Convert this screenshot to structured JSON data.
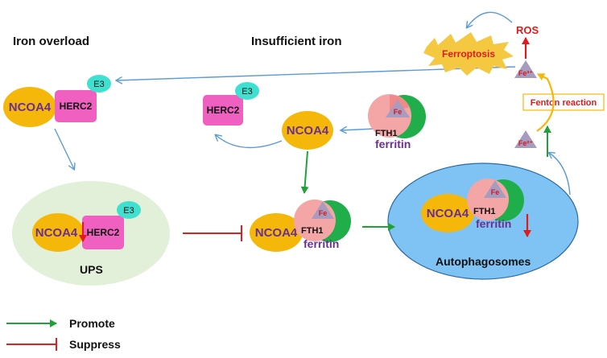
{
  "headers": {
    "iron_overload": "Iron overload",
    "insufficient_iron": "Insufficient iron"
  },
  "labels": {
    "ncoa4": "NCOA4",
    "herc2": "HERC2",
    "e3": "E3",
    "fth1": "FTH1",
    "ferritin": "ferritin",
    "fe": "Fe",
    "ups": "UPS",
    "autophagosomes": "Autophagosomes",
    "ros": "ROS",
    "ferroptosis": "Ferroptosis",
    "fe3": "Fe³⁺",
    "fe2": "Fe²⁺",
    "fenton": "Fenton reaction"
  },
  "legend": {
    "promote": "Promote",
    "suppress": "Suppress"
  },
  "colors": {
    "ncoa4_fill": "#f5b80a",
    "herc2_fill": "#f060c0",
    "e3_fill": "#40e0d0",
    "ups_fill": "#e2efd9",
    "autophagosome_fill": "#7ec3f3",
    "ferritin_green": "#1fae4a",
    "ferritin_pink": "#f4a6a6",
    "triangle": "#a79bc0",
    "promote": "#22a03a",
    "suppress": "#e02020",
    "flow": "#5b9bd5",
    "fenton_arrow": "#f5b80a",
    "ferroptosis_burst": "#f5c842"
  }
}
